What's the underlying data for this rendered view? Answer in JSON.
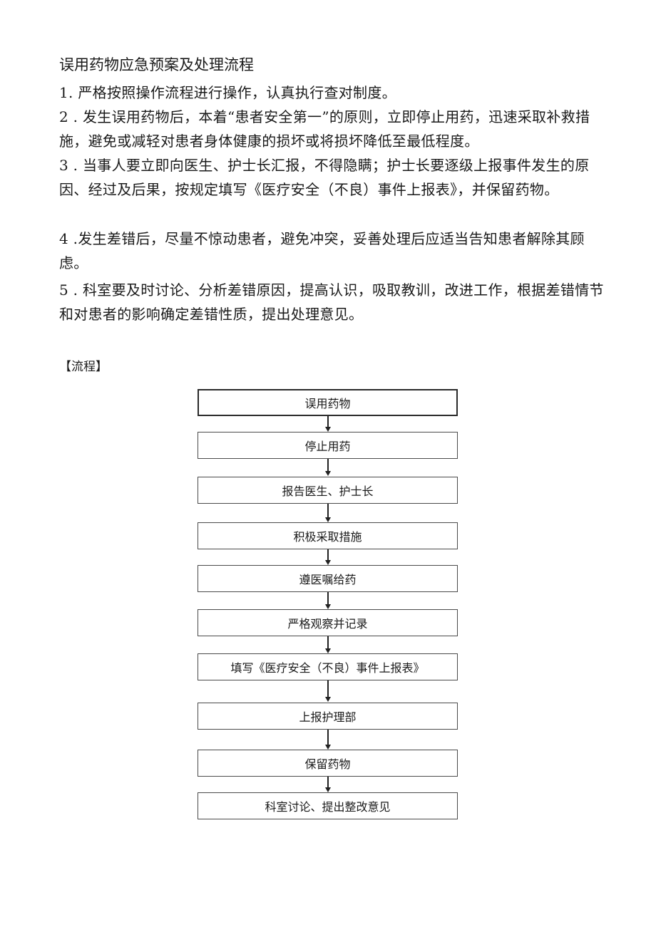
{
  "document": {
    "title": "误用药物应急预案及处理流程",
    "paragraphs": [
      "1. 严格按照操作流程进行操作，认真执行查对制度。",
      "2 . 发生误用药物后，本着“患者安全第一”的原则，立即停止用药，迅速采取补救措施，避免或减轻对患者身体健康的损坏或将损坏降低至最低程度。",
      "3 . 当事人要立即向医生、护士长汇报，不得隐瞒；护士长要逐级上报事件发生的原因、经过及后果，按规定填写《医疗安全（不良）事件上报表》，并保留药物。",
      "4 .发生差错后，尽量不惊动患者，避免冲突，妥善处理后应适当告知患者解除其顾虑。",
      "5 . 科室要及时讨论、分析差错原因，提高认识，吸取教训，改进工作，根据差错情节和对患者的影响确定差错性质，提出处理意见。"
    ]
  },
  "flow_section_label": "【流程】",
  "flowchart": {
    "steps": [
      "误用药物",
      "停止用药",
      "报告医生、护士长",
      "积极采取措施",
      "遵医嘱给药",
      "严格观察并记录",
      "填写《医疗安全（不良）事件上报表》",
      "上报护理部",
      "保留药物",
      "科室讨论、提出整改意见"
    ]
  }
}
